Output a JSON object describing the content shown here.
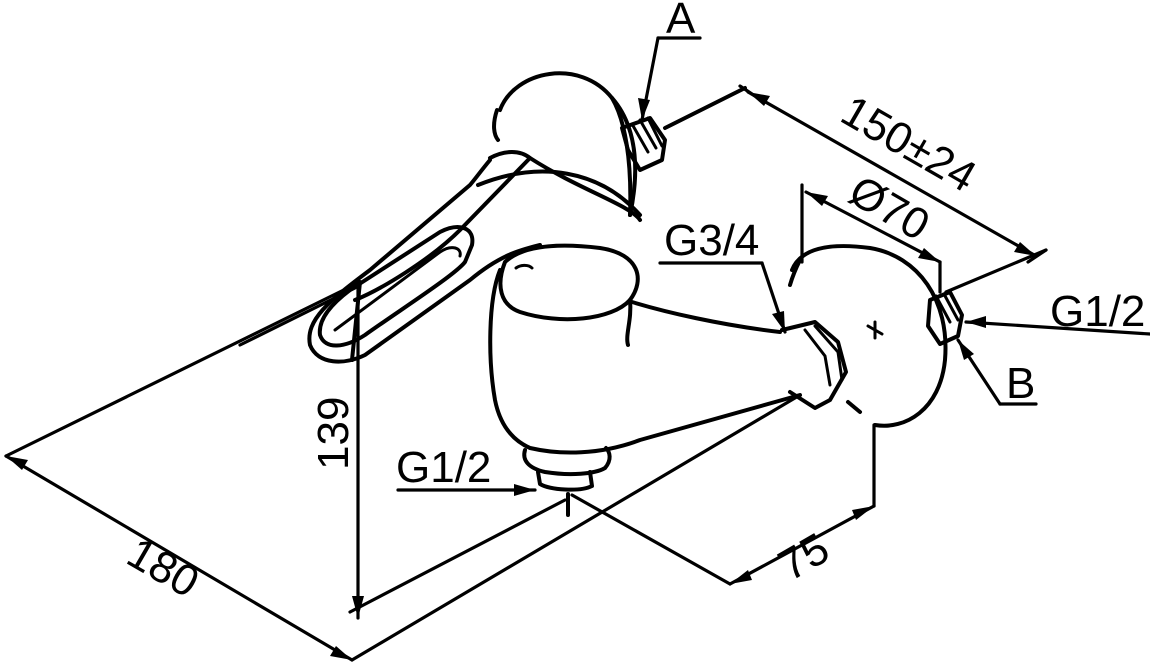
{
  "labels": {
    "callout_a": "A",
    "callout_b": "B",
    "dim_width": "150±24",
    "dim_diameter": "Ø70",
    "thread_inlet": "G3/4",
    "thread_wall": "G1/2",
    "thread_outlet": "G1/2",
    "dim_height": "139",
    "dim_length": "180",
    "dim_projection": "75"
  },
  "colors": {
    "line": "#000000",
    "background": "#ffffff"
  }
}
